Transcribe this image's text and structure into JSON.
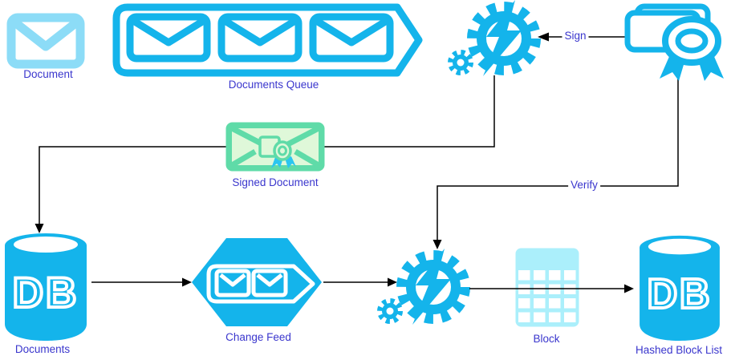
{
  "diagram": {
    "type": "flow-diagram",
    "colors": {
      "primary_cyan": "#14b4eb",
      "light_blue": "#8cdcf7",
      "pale_cyan": "#abeffb",
      "mint_green": "#5fdba8",
      "pale_green": "#dff8d9",
      "cert_cyan": "#2bc6f0",
      "label_blue": "#3a36cd",
      "connector_black": "#000000"
    },
    "nodes": {
      "document": {
        "label": "Document"
      },
      "documents_queue": {
        "label": "Documents Queue"
      },
      "signed_document": {
        "label": "Signed Document"
      },
      "documents_db": {
        "label": "Documents",
        "db_text": "DB"
      },
      "change_feed": {
        "label": "Change Feed"
      },
      "block": {
        "label": "Block"
      },
      "hashed_block_list_db": {
        "label": "Hashed Block List",
        "db_text": "DB"
      }
    },
    "edges": {
      "sign": {
        "label": "Sign"
      },
      "verify": {
        "label": "Verify"
      }
    }
  }
}
